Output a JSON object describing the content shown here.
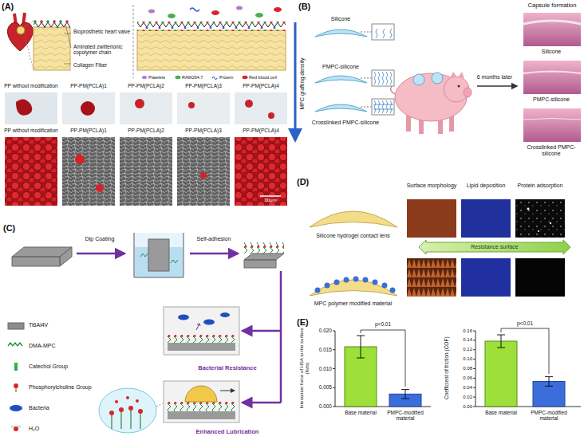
{
  "diagram": {
    "nodes": [
      {
        "text": [
          "Resistance surface"
        ]
      }
    ],
    "labels": [
      "(A)",
      "Bioprosthetic heart valve",
      "Aminated zwitterionic copolymer chain",
      "Collagen Fiber",
      "PP without modification",
      "PP-PM(PCLA)1",
      "PP-PM(PCLA)2",
      "PP-PM(PCLA)3",
      "PP-PM(PCLA)4",
      "PP without modification",
      "PP-PM(PCLA)1",
      "PP-PM(PCLA)2",
      "PP-PM(PCLA)3",
      "PP-PM(PCLA)4",
      "10μm",
      "(B)",
      "MPC grafting density",
      "Silicone",
      "PMPC-silicone",
      "Crosslinked PMPC-silicone",
      "6 months later",
      "Capsule formation",
      "Silicone",
      "PMPC-silicone",
      "Crosslinked PMPC-silicone",
      "(C)",
      "Dip Coating",
      "Self-adhesion",
      "Bacterial Resistance",
      "Enhanced Lubrication",
      "(D)",
      "Surface morphology",
      "Lipid deposition",
      "Protein adsorption",
      "Silicone hydrogel contact lens",
      "MPC polymer modified material",
      "(E)",
      "0.020",
      "0.015",
      "0.010",
      "0.005",
      "0.000",
      "Interaction force of HSA to the surface (N/m)",
      "Base material",
      "PMPC-modified material",
      "p<0.01",
      "0.16",
      "0.14",
      "0.12",
      "0.10",
      "0.08",
      "0.06",
      "0.04",
      "0.02",
      "0.00",
      "Coefficient of friction (COF)",
      "Base material",
      "PMPC-modified material",
      "p<0.01"
    ],
    "legend": [
      {
        "text": "Platelets"
      },
      {
        "text": "RAW264.7"
      },
      {
        "text": "Protein"
      },
      {
        "text": "Red blood cell"
      },
      {
        "text": "Ti6Al4V"
      },
      {
        "text": "DMA-MPC"
      },
      {
        "text": "Catechol Group"
      },
      {
        "text": "Phosphorylcholine Group"
      },
      {
        "text": "Bacteria"
      },
      {
        "text": "H₂O"
      }
    ]
  }
}
